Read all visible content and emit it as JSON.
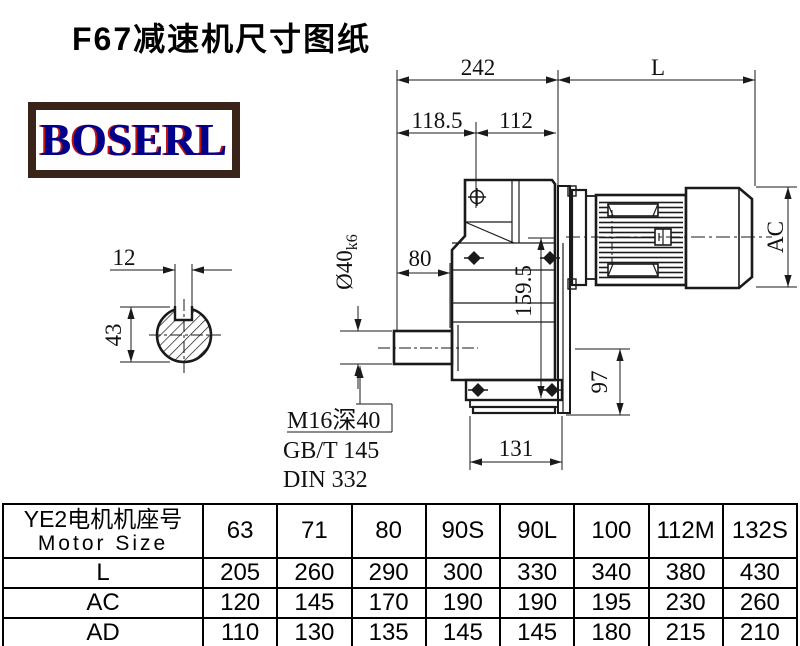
{
  "page": {
    "title": "F67减速机尺寸图纸"
  },
  "logo": {
    "text": "BOSERL"
  },
  "drawing": {
    "dims": {
      "d242": "242",
      "dL": "L",
      "d118": "118.5",
      "d112": "112",
      "d12": "12",
      "d43": "43",
      "d80": "80",
      "dia": "Ø40",
      "diaTol": "k6",
      "d159": "159.5",
      "d97": "97",
      "d131": "131",
      "dAC": "AC"
    },
    "notes": {
      "tap": "M16深40",
      "gb": "GB/T 145",
      "din": "DIN 332"
    }
  },
  "table": {
    "header": {
      "line1": "YE2电机机座号",
      "line2": "Motor Size"
    },
    "columns": [
      "63",
      "71",
      "80",
      "90S",
      "90L",
      "100",
      "112M",
      "132S"
    ],
    "rows": [
      {
        "label": "L",
        "values": [
          "205",
          "260",
          "290",
          "300",
          "330",
          "340",
          "380",
          "430"
        ]
      },
      {
        "label": "AC",
        "values": [
          "120",
          "145",
          "170",
          "190",
          "190",
          "195",
          "230",
          "260"
        ]
      },
      {
        "label": "AD",
        "values": [
          "110",
          "130",
          "135",
          "145",
          "145",
          "180",
          "215",
          "210"
        ]
      }
    ]
  },
  "colors": {
    "line": "#1a1a1a",
    "logo_border": "#3a2318",
    "logo_text": "#00008b",
    "logo_shadow": "#c41212"
  }
}
